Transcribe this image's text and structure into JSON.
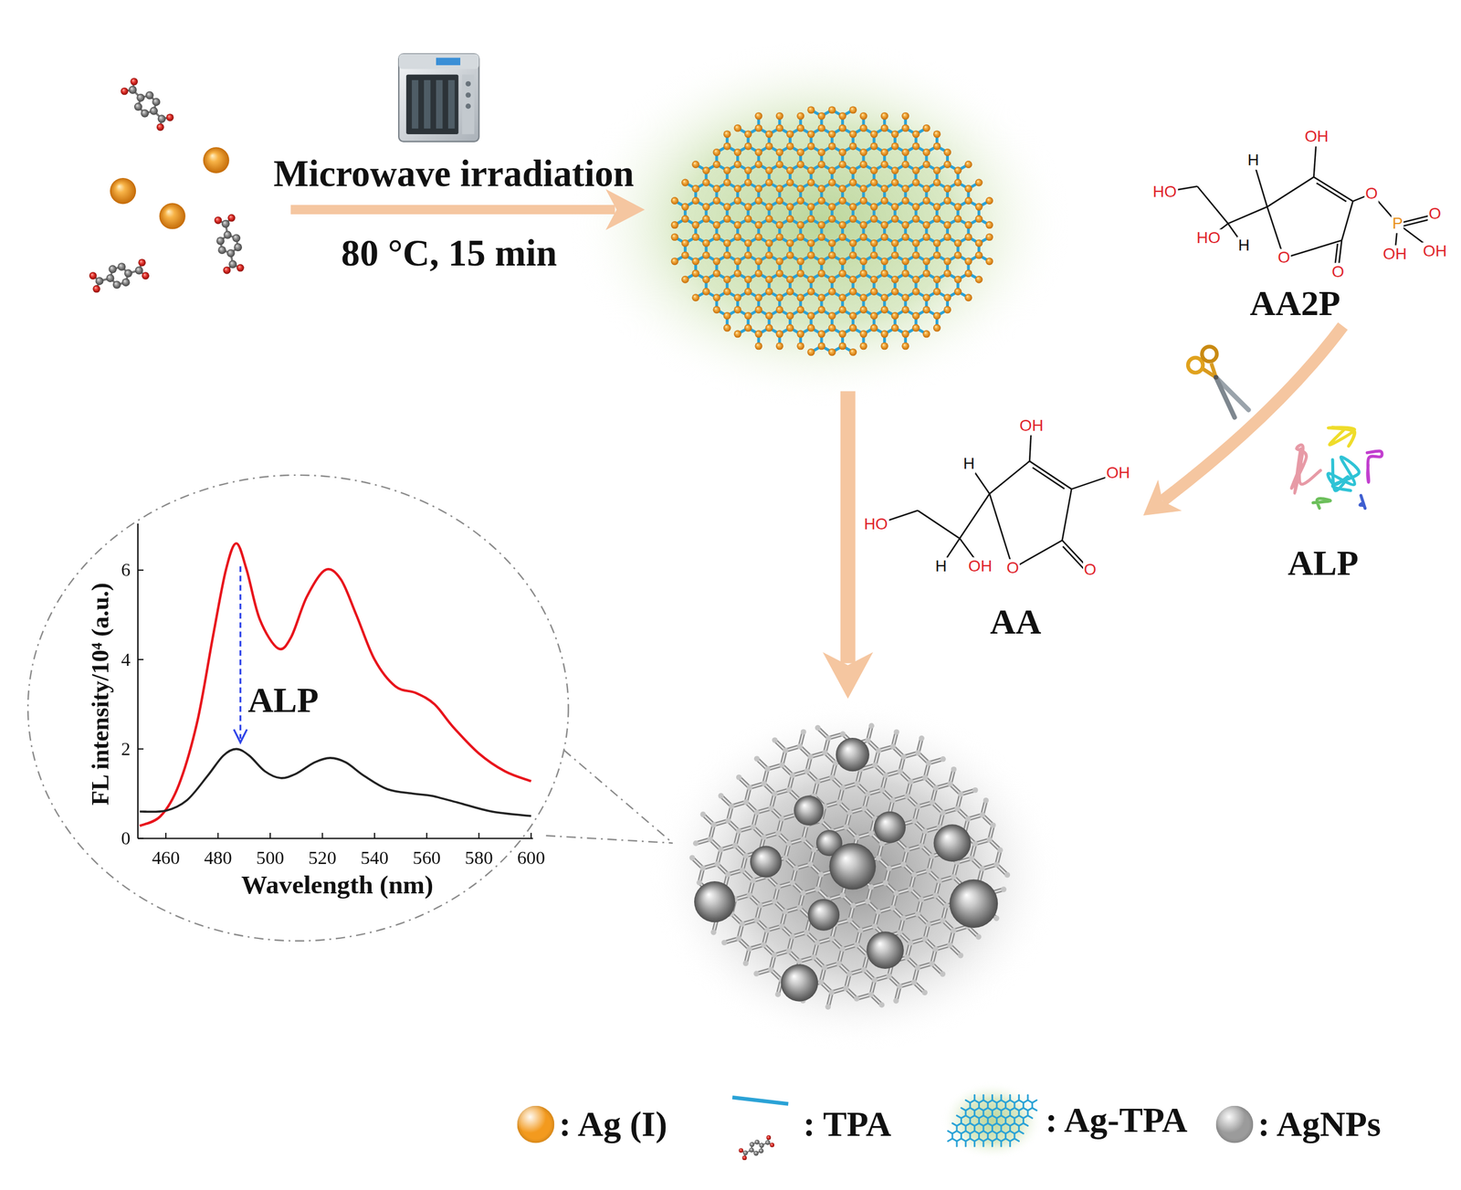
{
  "diagram": {
    "nodes": [
      {
        "text": [
          "OH",
          "H",
          "HO",
          "O",
          "P",
          "O",
          "HO",
          "H",
          "O",
          "OH",
          "OH",
          "O",
          "AA2P"
        ]
      },
      {
        "text": [
          "OH",
          "H",
          "OH",
          "HO",
          "H",
          "OH",
          "O",
          "O",
          "AA"
        ]
      },
      {
        "text": [
          "ALP"
        ]
      }
    ],
    "edges": [
      {
        "from": 0,
        "to": 1,
        "arrow": "to"
      }
    ],
    "labels": [
      "Microwave irradiation",
      "80 °C, 15 min",
      "FL intensity/10⁴ (a.u.)",
      "0",
      "2",
      "4",
      "6",
      "460",
      "480",
      "500",
      "520",
      "540",
      "560",
      "580",
      "600",
      "Wavelength (nm)",
      "ALP"
    ],
    "legend": [
      {
        "text": ": Ag (I)",
        "color": "#f39a1e"
      },
      {
        "text": ": TPA"
      },
      {
        "text": ": Ag-TPA"
      },
      {
        "text": ": AgNPs",
        "color": "#9b9b9b"
      }
    ]
  }
}
